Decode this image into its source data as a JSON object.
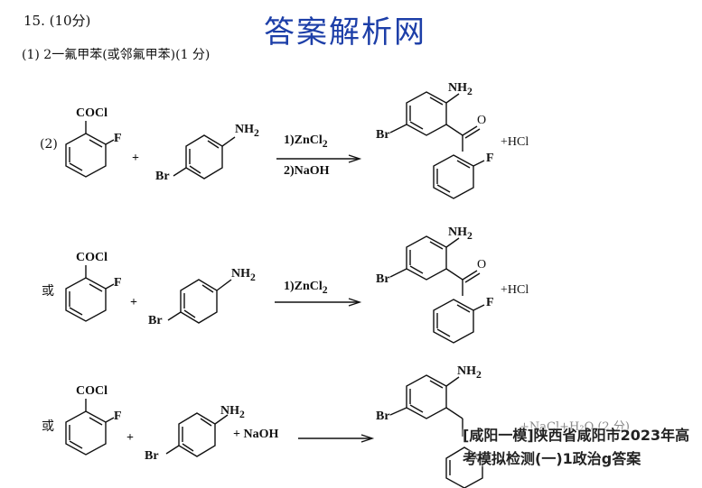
{
  "header": {
    "question_number": "15. (10分)",
    "watermark": "答案解析网"
  },
  "part1": {
    "text": "(1) 2一氟甲苯(或邻氟甲苯)(1 分)"
  },
  "part2": {
    "label": "(2)",
    "alt_label_1": "或",
    "alt_label_2": "或"
  },
  "chem": {
    "cocl": "COCl",
    "f": "F",
    "br": "Br",
    "nh2": "NH",
    "nh2_sub": "2",
    "plus": "+",
    "o": "O",
    "hcl": "+HCl",
    "naoh_plus": "+ NaOH"
  },
  "conditions": {
    "r1_top": "1)ZnCl",
    "r1_top_sub": "2",
    "r1_bottom": "2)NaOH",
    "r2_top": "1)ZnCl",
    "r2_top_sub": "2"
  },
  "ghost_text": "+NaCl+H₂O (2 分)",
  "overlay_caption": "[咸阳一模]陕西省咸阳市2023年高考模拟检测(一)1政治g答案"
}
